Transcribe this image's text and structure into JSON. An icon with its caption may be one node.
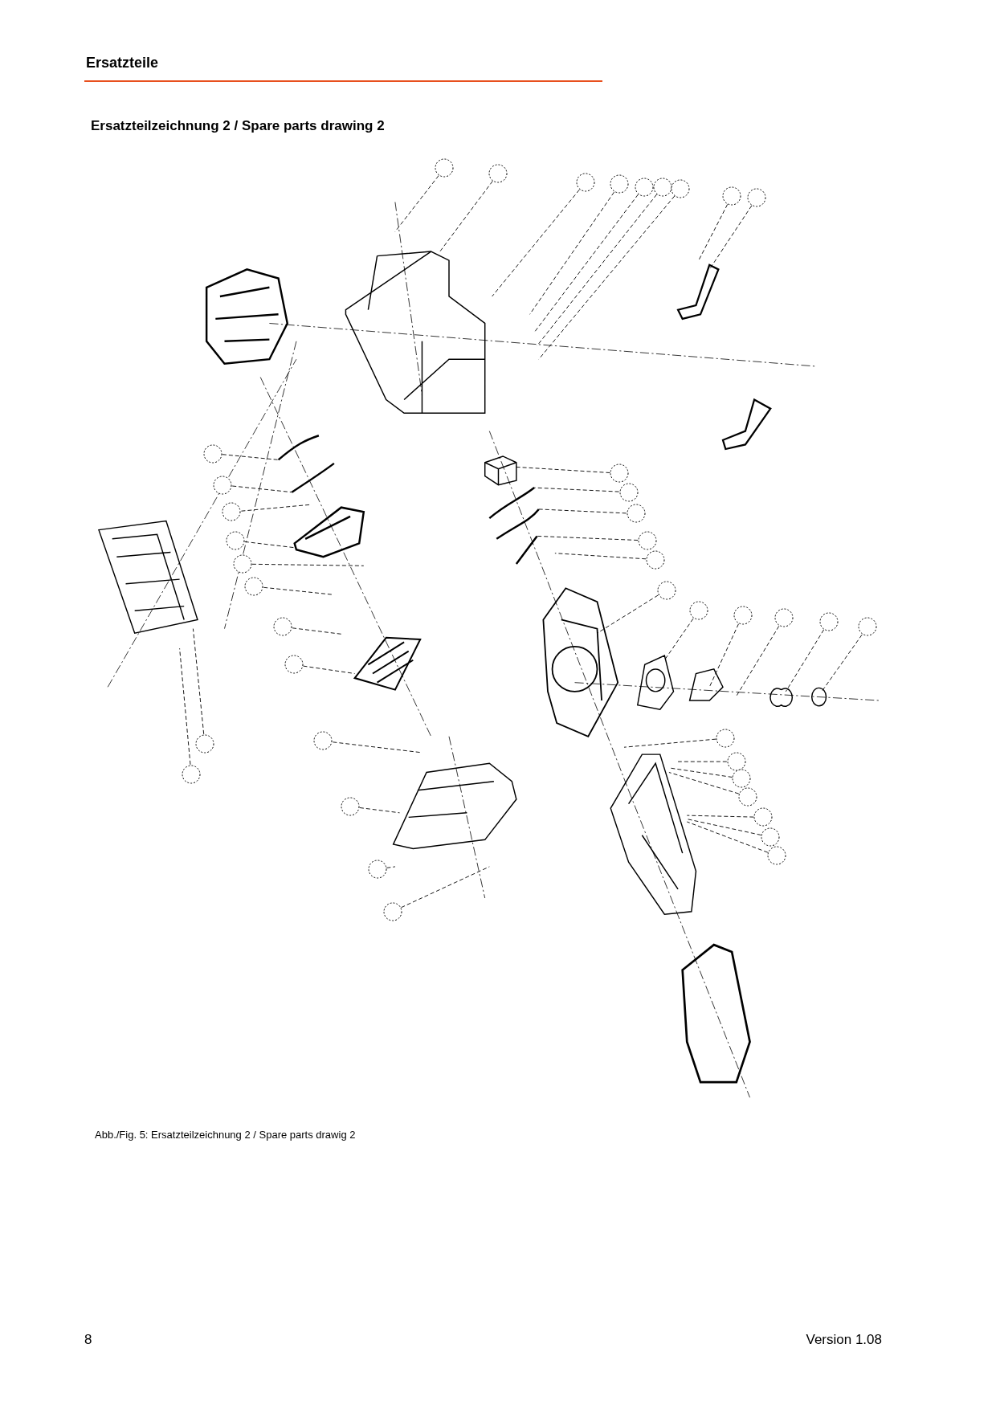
{
  "diagram": {
    "title": "Ersatzteilzeichnung 2 / Spare parts drawing 2",
    "caption": "Abb./Fig. 5: Ersatzteilzeichnung 2 / Spare parts drawig 2",
    "nodes": [
      {
        "text": [],
        "shape": "circle"
      },
      {
        "text": [],
        "shape": "circle"
      },
      {
        "text": [],
        "shape": "circle"
      },
      {
        "text": [],
        "shape": "circle"
      },
      {
        "text": [],
        "shape": "circle"
      },
      {
        "text": [],
        "shape": "circle"
      },
      {
        "text": [],
        "shape": "circle"
      },
      {
        "text": [],
        "shape": "circle"
      },
      {
        "text": [],
        "shape": "circle"
      },
      {
        "text": [],
        "shape": "circle"
      },
      {
        "text": [],
        "shape": "circle"
      },
      {
        "text": [],
        "shape": "circle"
      },
      {
        "text": [],
        "shape": "circle"
      },
      {
        "text": [],
        "shape": "circle"
      },
      {
        "text": [],
        "shape": "circle"
      },
      {
        "text": [],
        "shape": "circle"
      },
      {
        "text": [],
        "shape": "circle"
      },
      {
        "text": [],
        "shape": "circle"
      },
      {
        "text": [],
        "shape": "circle"
      },
      {
        "text": [],
        "shape": "circle"
      },
      {
        "text": [],
        "shape": "circle"
      },
      {
        "text": [],
        "shape": "circle"
      },
      {
        "text": [],
        "shape": "circle"
      },
      {
        "text": [],
        "shape": "circle"
      },
      {
        "text": [],
        "shape": "circle"
      },
      {
        "text": [],
        "shape": "circle"
      },
      {
        "text": [],
        "shape": "circle"
      },
      {
        "text": [],
        "shape": "circle"
      },
      {
        "text": [],
        "shape": "circle"
      },
      {
        "text": [],
        "shape": "circle"
      },
      {
        "text": [],
        "shape": "circle"
      },
      {
        "text": [],
        "shape": "circle"
      },
      {
        "text": [],
        "shape": "circle"
      },
      {
        "text": [],
        "shape": "circle"
      },
      {
        "text": [],
        "shape": "circle"
      },
      {
        "text": [],
        "shape": "circle"
      },
      {
        "text": [],
        "shape": "circle"
      },
      {
        "text": [],
        "shape": "circle"
      },
      {
        "text": [],
        "shape": "circle"
      },
      {
        "text": [],
        "shape": "circle"
      },
      {
        "text": [],
        "shape": "circle"
      }
    ],
    "edges": [
      {
        "from": 0,
        "to": null,
        "arrow": "none"
      },
      {
        "from": 1,
        "to": null,
        "arrow": "none"
      },
      {
        "from": 2,
        "to": null,
        "arrow": "none"
      },
      {
        "from": 3,
        "to": null,
        "arrow": "none"
      },
      {
        "from": 4,
        "to": null,
        "arrow": "none"
      },
      {
        "from": 5,
        "to": null,
        "arrow": "none"
      },
      {
        "from": 6,
        "to": null,
        "arrow": "none"
      },
      {
        "from": 7,
        "to": null,
        "arrow": "none"
      },
      {
        "from": 8,
        "to": null,
        "arrow": "none"
      },
      {
        "from": 9,
        "to": null,
        "arrow": "none"
      },
      {
        "from": 10,
        "to": null,
        "arrow": "none"
      },
      {
        "from": 11,
        "to": null,
        "arrow": "none"
      },
      {
        "from": 12,
        "to": null,
        "arrow": "none"
      },
      {
        "from": 13,
        "to": null,
        "arrow": "none"
      },
      {
        "from": 14,
        "to": null,
        "arrow": "none"
      },
      {
        "from": 15,
        "to": null,
        "arrow": "none"
      },
      {
        "from": 16,
        "to": null,
        "arrow": "none"
      },
      {
        "from": 17,
        "to": null,
        "arrow": "none"
      },
      {
        "from": 18,
        "to": null,
        "arrow": "none"
      },
      {
        "from": 19,
        "to": null,
        "arrow": "none"
      },
      {
        "from": 20,
        "to": null,
        "arrow": "none"
      },
      {
        "from": 21,
        "to": null,
        "arrow": "none"
      },
      {
        "from": 22,
        "to": null,
        "arrow": "none"
      },
      {
        "from": 23,
        "to": null,
        "arrow": "none"
      },
      {
        "from": 24,
        "to": null,
        "arrow": "none"
      },
      {
        "from": 25,
        "to": null,
        "arrow": "none"
      },
      {
        "from": 26,
        "to": null,
        "arrow": "none"
      },
      {
        "from": 27,
        "to": null,
        "arrow": "none"
      },
      {
        "from": 28,
        "to": null,
        "arrow": "none"
      },
      {
        "from": 29,
        "to": null,
        "arrow": "none"
      },
      {
        "from": 30,
        "to": null,
        "arrow": "none"
      },
      {
        "from": 31,
        "to": null,
        "arrow": "none"
      },
      {
        "from": 32,
        "to": null,
        "arrow": "none"
      },
      {
        "from": 33,
        "to": null,
        "arrow": "none"
      },
      {
        "from": 34,
        "to": null,
        "arrow": "none"
      },
      {
        "from": 35,
        "to": null,
        "arrow": "none"
      },
      {
        "from": 36,
        "to": null,
        "arrow": "none"
      },
      {
        "from": 37,
        "to": null,
        "arrow": "none"
      },
      {
        "from": 38,
        "to": null,
        "arrow": "none"
      },
      {
        "from": 39,
        "to": null,
        "arrow": "none"
      },
      {
        "from": 40,
        "to": null,
        "arrow": "none"
      }
    ],
    "labels": [
      "Ersatzteile",
      "8",
      "Version 1.08"
    ]
  }
}
